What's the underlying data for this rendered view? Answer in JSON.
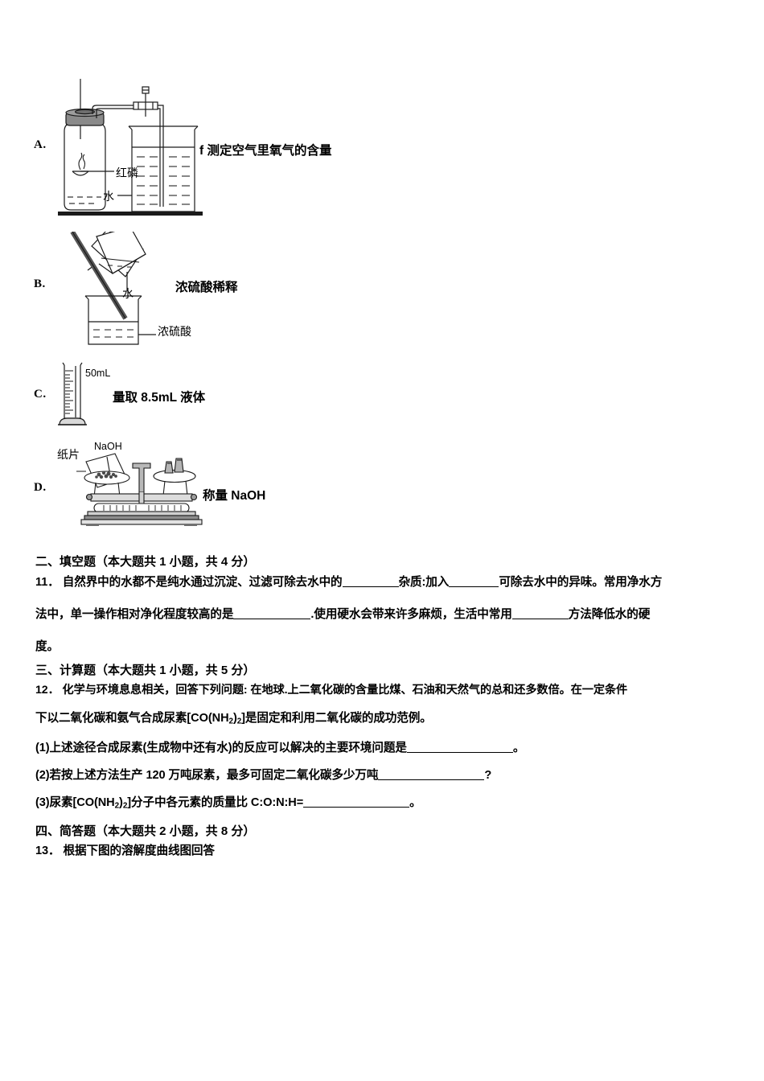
{
  "options": [
    {
      "letter": "A.",
      "caption": "f 测定空气里氧气的含量",
      "labels": [
        "红磷",
        "水"
      ]
    },
    {
      "letter": "B.",
      "caption": "浓硫酸稀释",
      "labels": [
        "水",
        "浓硫酸"
      ]
    },
    {
      "letter": "C.",
      "caption": "量取 8.5mL 液体",
      "labels": [
        "50mL"
      ]
    },
    {
      "letter": "D.",
      "caption": "称量 NaOH",
      "labels": [
        "纸片",
        "NaOH"
      ]
    }
  ],
  "sections": {
    "fill_in": {
      "heading": "二、填空题（本大题共 1 小题，共 4 分）",
      "question_number": "11．",
      "line1_a": "自然界中的水都不是纯水通过沉淀、过滤可除去水中的",
      "line1_b": "杂质:加入",
      "line1_c": "可除去水中的异味。常用净水方",
      "line2_a": "法中，单一操作相对净化程度较高的是",
      "line2_b": ".使用硬水会带来许多麻烦，生活中常用",
      "line2_c": "方法降低水的硬",
      "line3": "度。"
    },
    "calculation": {
      "heading": "三、计算题（本大题共 1 小题，共 5 分）",
      "question_number": "12．",
      "line1": "化学与环境息息相关，回答下列问题: 在地球.上二氧化碳的含量比煤、石油和天然气的总和还多数倍。在一定条件",
      "line2_a": "下以二氧化碳和氨气合成尿素[CO(NH",
      "line2_sub1": "2",
      "line2_b": ")",
      "line2_sub2": "2",
      "line2_c": "]是固定和利用二氧化碳的成功范例。",
      "sub1_a": "(1)上述途径合成尿素(生成物中还有水)的反应可以解决的主要环境问题是",
      "sub1_b": "。",
      "sub2_a": "(2)若按上述方法生产 120 万吨尿素，最多可固定二氧化碳多少万吨",
      "sub2_b": "?",
      "sub3_a": "(3)尿素[CO(NH",
      "sub3_sub1": "2",
      "sub3_b": ")",
      "sub3_sub2": "2",
      "sub3_c": "]分子中各元素的质量比 C:O:N:H=",
      "sub3_d": "。"
    },
    "short_answer": {
      "heading": "四、简答题（本大题共 2 小题，共 8 分）",
      "question_number": "13．",
      "line1": "根据下图的溶解度曲线图回答"
    }
  }
}
